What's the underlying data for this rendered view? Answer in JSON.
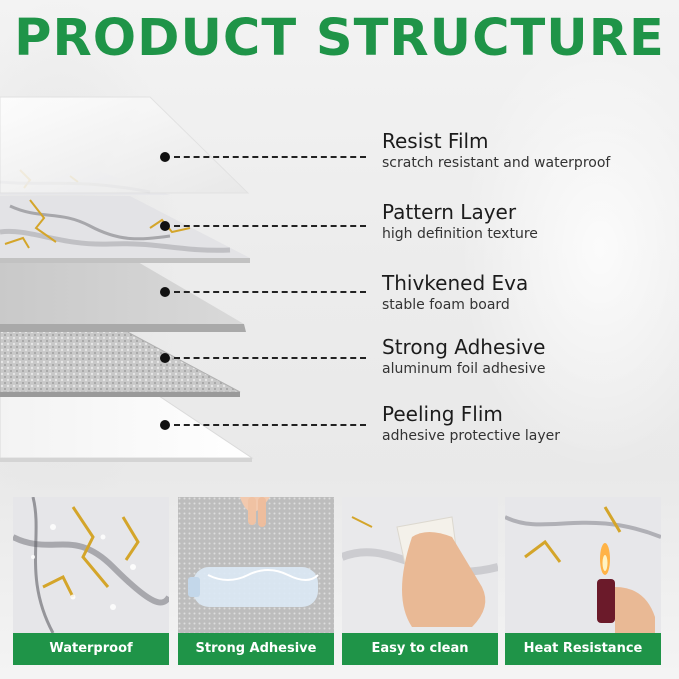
{
  "title": "PRODUCT STRUCTURE",
  "layers": [
    {
      "name": "Resist Film",
      "description": "scratch resistant and waterproof"
    },
    {
      "name": "Pattern Layer",
      "description": "high definition texture"
    },
    {
      "name": "Thivkened Eva",
      "description": "stable foam board"
    },
    {
      "name": "Strong Adhesive",
      "description": "aluminum foil adhesive"
    },
    {
      "name": "Peeling Flim",
      "description": "adhesive protective layer"
    }
  ],
  "features": [
    {
      "label": "Waterproof",
      "icon": "water-drops-icon"
    },
    {
      "label": "Strong Adhesive",
      "icon": "water-bottle-icon"
    },
    {
      "label": "Easy to clean",
      "icon": "cleaning-cloth-icon"
    },
    {
      "label": "Heat Resistance",
      "icon": "lighter-flame-icon"
    }
  ],
  "colors": {
    "brand_green": "#1f9448",
    "marble_gold": "#d4a52a",
    "leader_black": "#111111"
  }
}
